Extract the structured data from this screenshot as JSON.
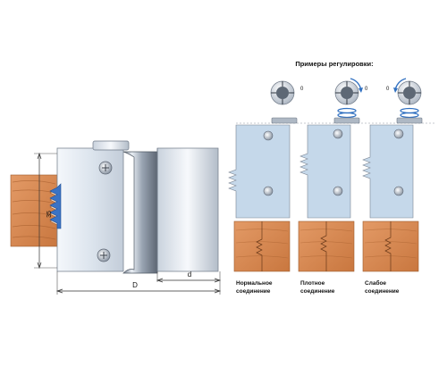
{
  "title": "Примеры регулировки:",
  "dimension_labels": {
    "D": "D",
    "d": "d",
    "height": "35"
  },
  "knob_mark": "0",
  "joints": [
    {
      "line1": "Нормальное",
      "line2": "соединение"
    },
    {
      "line1": "Плотное",
      "line2": "соединение"
    },
    {
      "line1": "Слабое",
      "line2": "соединение"
    }
  ],
  "colors": {
    "metal_light": "#e8eef6",
    "metal_mid": "#b8c4d2",
    "metal_dark": "#6e7886",
    "wood": "#d88a56",
    "wood_dark": "#b76a3a",
    "blade": "#3b73c4",
    "arrow": "#2f6fc0"
  }
}
